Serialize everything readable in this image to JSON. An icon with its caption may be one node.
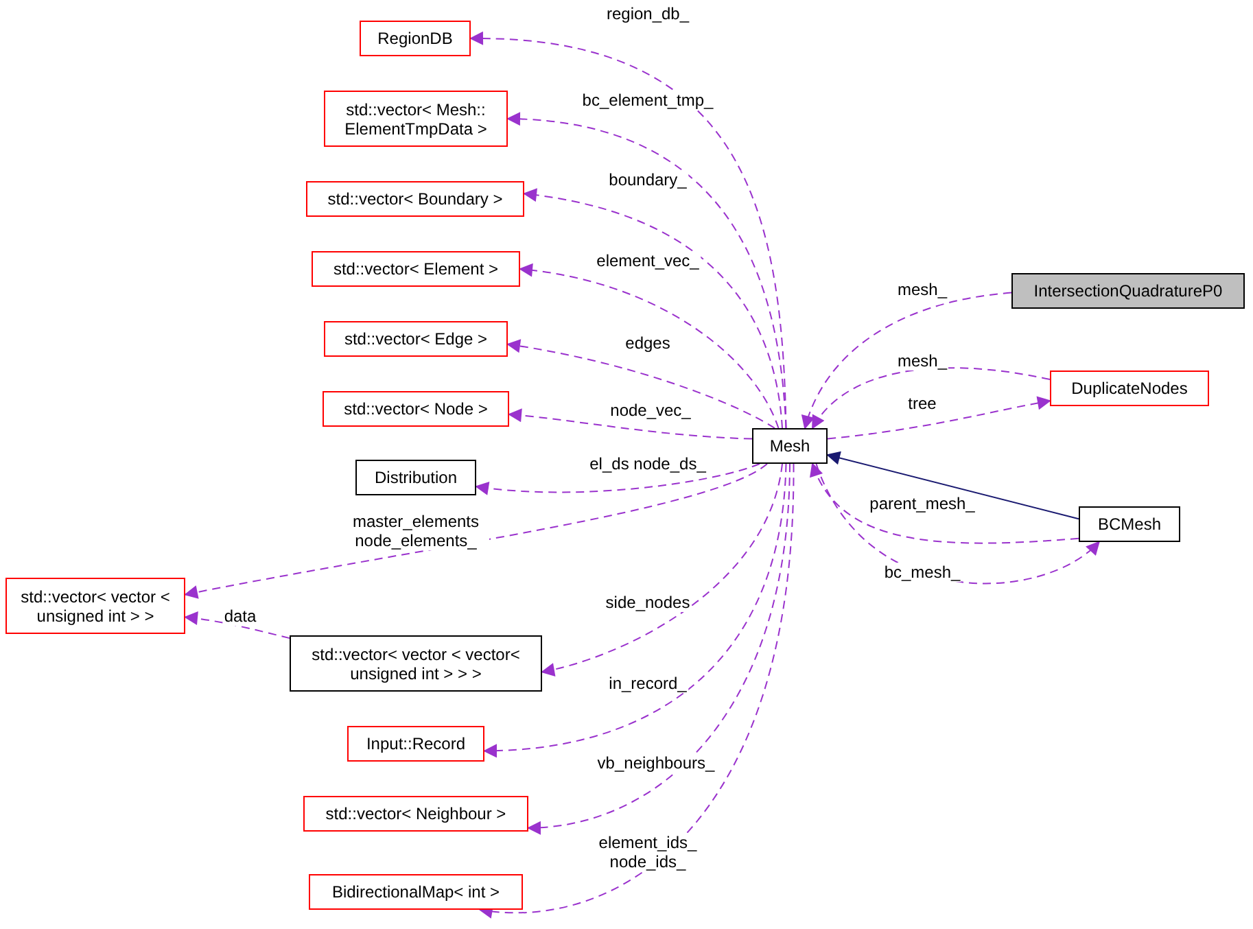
{
  "diagram": {
    "nodes": [
      {
        "text": [
          "RegionDB"
        ]
      },
      {
        "text": [
          "std::vector< Mesh:: ElementTmpData >"
        ]
      },
      {
        "text": [
          "std::vector< Boundary >"
        ]
      },
      {
        "text": [
          "std::vector< Element >"
        ]
      },
      {
        "text": [
          "std::vector< Edge >"
        ]
      },
      {
        "text": [
          "std::vector< Node >"
        ]
      },
      {
        "text": [
          "Distribution"
        ]
      },
      {
        "text": [
          "std::vector< vector < unsigned int > >"
        ]
      },
      {
        "text": [
          "std::vector< vector < vector< unsigned int > > >"
        ]
      },
      {
        "text": [
          "Input::Record"
        ]
      },
      {
        "text": [
          "std::vector< Neighbour >"
        ]
      },
      {
        "text": [
          "BidirectionalMap< int >"
        ]
      },
      {
        "text": [
          "Mesh"
        ]
      },
      {
        "text": [
          "IntersectionQuadratureP0"
        ]
      },
      {
        "text": [
          "DuplicateNodes"
        ]
      },
      {
        "text": [
          "BCMesh"
        ]
      }
    ],
    "edges": [
      {
        "from": 12,
        "to": 0,
        "arrow": "to",
        "label": "region_db_",
        "style": "dashed"
      },
      {
        "from": 12,
        "to": 1,
        "arrow": "to",
        "label": "bc_element_tmp_",
        "style": "dashed"
      },
      {
        "from": 12,
        "to": 2,
        "arrow": "to",
        "label": "boundary_",
        "style": "dashed"
      },
      {
        "from": 12,
        "to": 3,
        "arrow": "to",
        "label": "element_vec_",
        "style": "dashed"
      },
      {
        "from": 12,
        "to": 4,
        "arrow": "to",
        "label": "edges",
        "style": "dashed"
      },
      {
        "from": 12,
        "to": 5,
        "arrow": "to",
        "label": "node_vec_",
        "style": "dashed"
      },
      {
        "from": 12,
        "to": 6,
        "arrow": "to",
        "label": "el_ds node_ds_",
        "style": "dashed"
      },
      {
        "from": 12,
        "to": 7,
        "arrow": "to",
        "label": "master_elements node_elements_",
        "style": "dashed"
      },
      {
        "from": 8,
        "to": 7,
        "arrow": "to",
        "label": "data",
        "style": "dashed"
      },
      {
        "from": 12,
        "to": 8,
        "arrow": "to",
        "label": "side_nodes",
        "style": "dashed"
      },
      {
        "from": 12,
        "to": 9,
        "arrow": "to",
        "label": "in_record_",
        "style": "dashed"
      },
      {
        "from": 12,
        "to": 10,
        "arrow": "to",
        "label": "vb_neighbours_",
        "style": "dashed"
      },
      {
        "from": 12,
        "to": 11,
        "arrow": "to",
        "label": "element_ids_ node_ids_",
        "style": "dashed"
      },
      {
        "from": 13,
        "to": 12,
        "arrow": "to",
        "label": "mesh_",
        "style": "dashed"
      },
      {
        "from": 14,
        "to": 12,
        "arrow": "to",
        "label": "mesh_",
        "style": "dashed"
      },
      {
        "from": 12,
        "to": 14,
        "arrow": "to",
        "label": "tree",
        "style": "dashed"
      },
      {
        "from": 15,
        "to": 12,
        "arrow": "to",
        "color": "#191970"
      },
      {
        "from": 15,
        "to": 12,
        "arrow": "to",
        "label": "parent_mesh_",
        "style": "dashed"
      },
      {
        "from": 12,
        "to": 15,
        "arrow": "to",
        "label": "bc_mesh_",
        "style": "dashed"
      }
    ]
  }
}
